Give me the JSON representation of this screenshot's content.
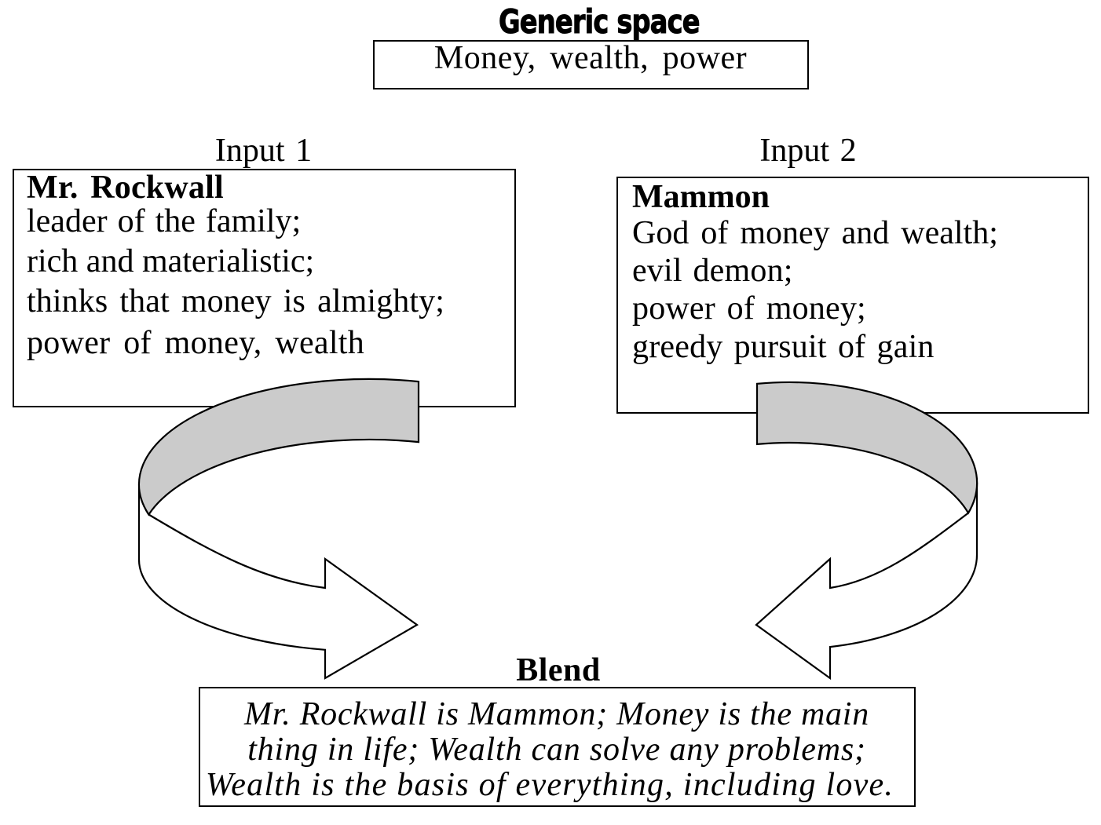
{
  "title": "Generic space",
  "generic_space": {
    "text": "Money, wealth, power"
  },
  "input1": {
    "label": "Input 1",
    "heading": "Mr. Rockwall",
    "lines": [
      "leader of the family;",
      "rich and materialistic;",
      "thinks that money is almighty;",
      "power of money, wealth"
    ]
  },
  "input2": {
    "label": "Input 2",
    "heading": "Mammon",
    "lines": [
      "God of money and wealth;",
      "evil demon;",
      "power of money;",
      "greedy pursuit of gain"
    ]
  },
  "blend": {
    "label": "Blend",
    "lines": [
      "Mr. Rockwall is Mammon; Money is the main",
      "thing in life; Wealth can solve any problems;",
      "Wealth is the basis of everything, including love."
    ]
  },
  "colors": {
    "background": "#ffffff",
    "text": "#000000",
    "outline": "#000000",
    "arrow_top_fill": "#cbcbcb",
    "arrow_body_fill": "#ffffff"
  }
}
